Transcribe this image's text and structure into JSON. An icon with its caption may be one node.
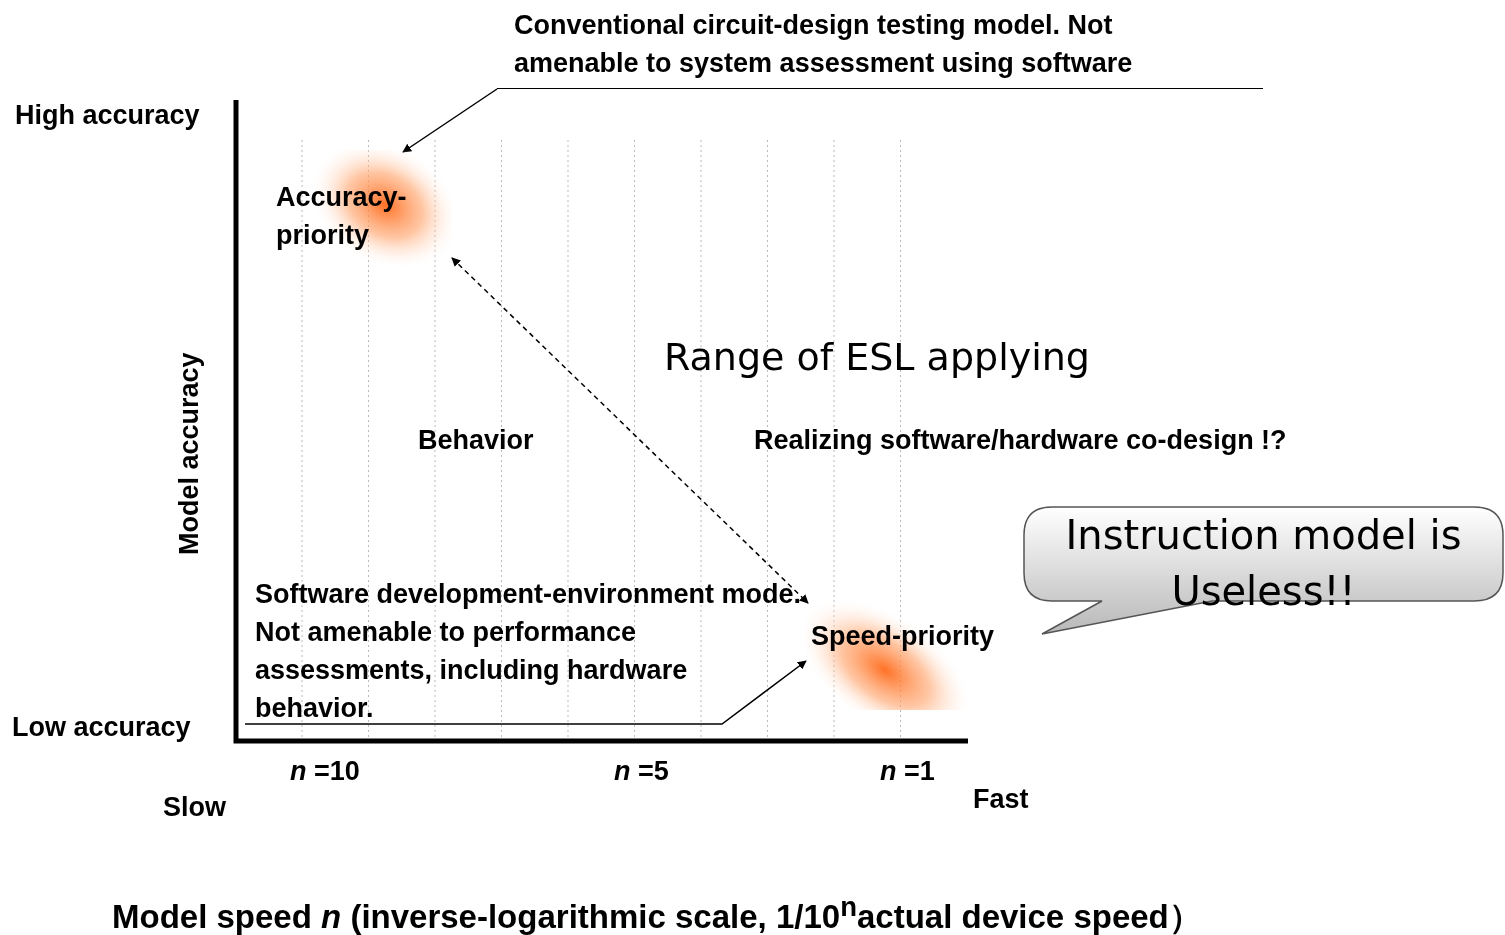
{
  "diagram": {
    "nodes": [
      {
        "text": [
          "Conventional circuit-design testing model. Not amenable to system assessment using software"
        ]
      },
      {
        "text": [
          "Accuracy-priority"
        ]
      },
      {
        "text": [
          "Speed-priority"
        ]
      },
      {
        "text": [
          "Software development-environment mode. Not amenable to performance assessments, including hardware behavior."
        ]
      },
      {
        "text": [
          "Instruction model is Useless!!"
        ]
      }
    ],
    "edges": [
      {
        "from": 0,
        "to": 1,
        "arrow": "to"
      },
      {
        "from": 1,
        "to": 2,
        "arrow": "both",
        "style": "dashed"
      },
      {
        "from": 3,
        "to": 2,
        "arrow": "to"
      }
    ],
    "labels": [
      "High accuracy",
      "Model accuracy",
      "Low accuracy",
      "Range of ESL applying",
      "Behavior",
      "Realizing software/hardware co-design !?",
      "*n* =10",
      "*n* =5",
      "*n* =1",
      "Slow",
      "Fast",
      "Model speed *n*  (inverse-logarithmic scale, 1/10$^{n}$actual device speed）"
    ]
  }
}
